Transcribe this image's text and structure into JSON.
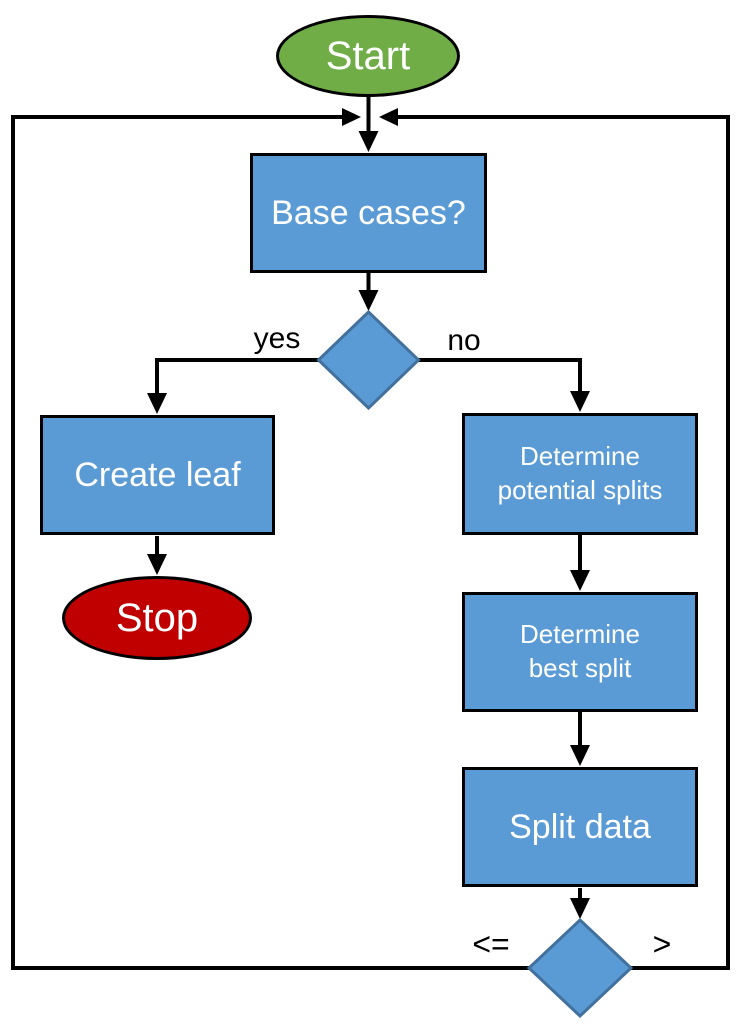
{
  "diagram_type": "flowchart",
  "colors": {
    "node-green": "#70AD47",
    "node-blue": "#5B9BD5",
    "node-red": "#C00000",
    "diamond-border": "#41719C",
    "line-black": "#000000",
    "node-text": "#FFFFFF",
    "label-text": "#000000"
  },
  "nodes": {
    "start": {
      "label": "Start",
      "shape": "ellipse"
    },
    "base_cases": {
      "label": "Base cases?",
      "shape": "rectangle"
    },
    "decision_base": {
      "label": "",
      "shape": "diamond"
    },
    "create_leaf": {
      "label": "Create leaf",
      "shape": "rectangle"
    },
    "stop": {
      "label": "Stop",
      "shape": "ellipse"
    },
    "determine_potential_splits": {
      "label": "Determine\npotential splits",
      "shape": "rectangle"
    },
    "determine_best_split": {
      "label": "Determine\nbest split",
      "shape": "rectangle"
    },
    "split_data": {
      "label": "Split data",
      "shape": "rectangle"
    },
    "decision_split": {
      "label": "",
      "shape": "diamond"
    }
  },
  "edge_labels": {
    "yes": "yes",
    "no": "no",
    "less_equal": "<=",
    "greater": ">"
  },
  "edges": [
    {
      "from": "start",
      "to": "base_cases",
      "label": ""
    },
    {
      "from": "base_cases",
      "to": "decision_base",
      "label": ""
    },
    {
      "from": "decision_base",
      "to": "create_leaf",
      "label": "yes"
    },
    {
      "from": "create_leaf",
      "to": "stop",
      "label": ""
    },
    {
      "from": "decision_base",
      "to": "determine_potential_splits",
      "label": "no"
    },
    {
      "from": "determine_potential_splits",
      "to": "determine_best_split",
      "label": ""
    },
    {
      "from": "determine_best_split",
      "to": "split_data",
      "label": ""
    },
    {
      "from": "split_data",
      "to": "decision_split",
      "label": ""
    },
    {
      "from": "decision_split",
      "to": "base_cases",
      "label": "<="
    },
    {
      "from": "decision_split",
      "to": "base_cases",
      "label": ">"
    }
  ]
}
